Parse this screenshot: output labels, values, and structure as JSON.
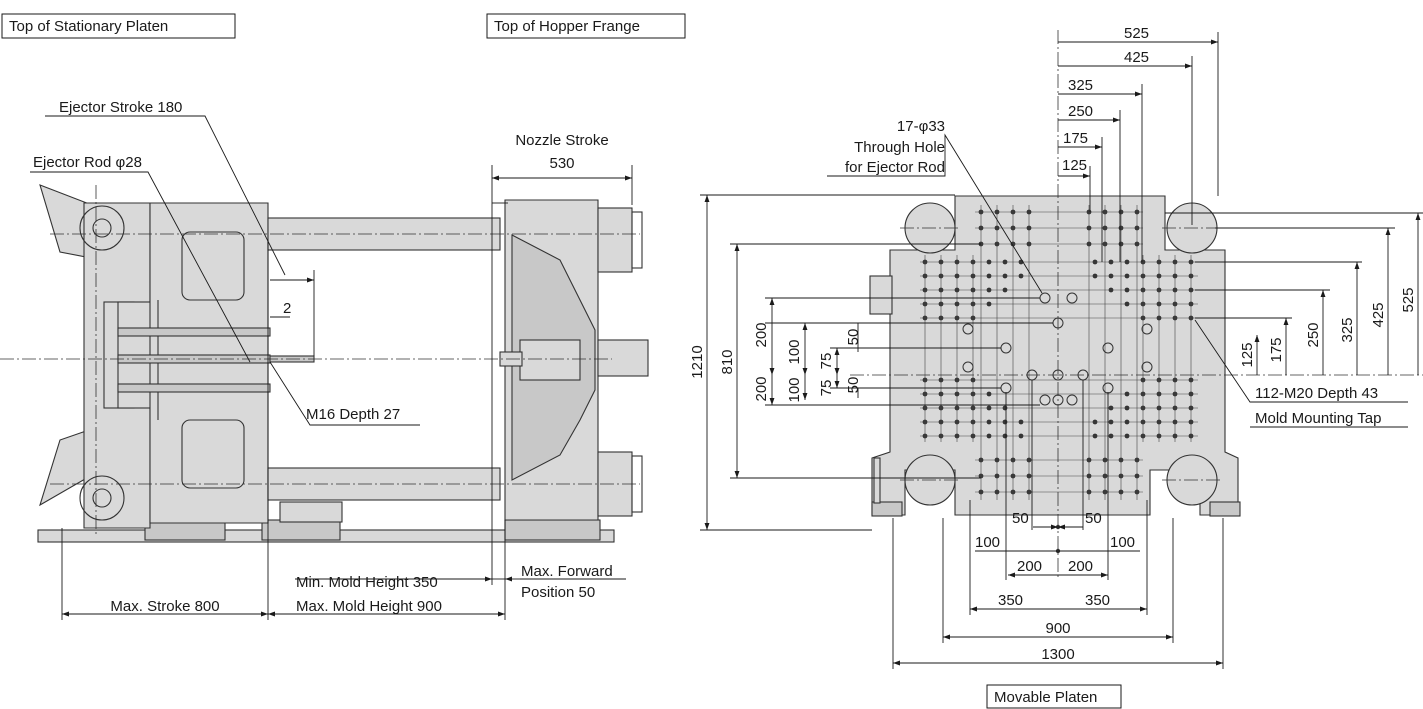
{
  "labels": {
    "top_stationary": "Top of Stationary Platen",
    "top_hopper": "Top of Hopper Frange",
    "movable_platen": "Movable Platen",
    "ejector_stroke": "Ejector Stroke 180",
    "ejector_rod": "Ejector Rod φ28",
    "m16": "M16 Depth 27",
    "nozzle_stroke_1": "Nozzle Stroke",
    "nozzle_stroke_2": "530",
    "dim_2": "2",
    "min_mold": "Min. Mold Height 350",
    "max_mold": "Max. Mold Height 900",
    "max_stroke": "Max. Stroke 800",
    "max_fwd_1": "Max. Forward",
    "max_fwd_2": "Position 50",
    "holes_1": "17-φ33",
    "holes_2": "Through Hole",
    "holes_3": "for Ejector Rod",
    "tap_1": "112-M20 Depth 43",
    "tap_2": "Mold Mounting Tap"
  },
  "dims": {
    "top": [
      "525",
      "425",
      "325",
      "250",
      "175",
      "125"
    ],
    "right": [
      "125",
      "175",
      "250",
      "325",
      "425",
      "525"
    ],
    "left": [
      "1210",
      "810",
      "200",
      "200",
      "100",
      "100",
      "75",
      "75",
      "50",
      "50"
    ],
    "bottom": [
      "50",
      "50",
      "100",
      "100",
      "200",
      "200",
      "350",
      "350",
      "900",
      "1300"
    ]
  }
}
